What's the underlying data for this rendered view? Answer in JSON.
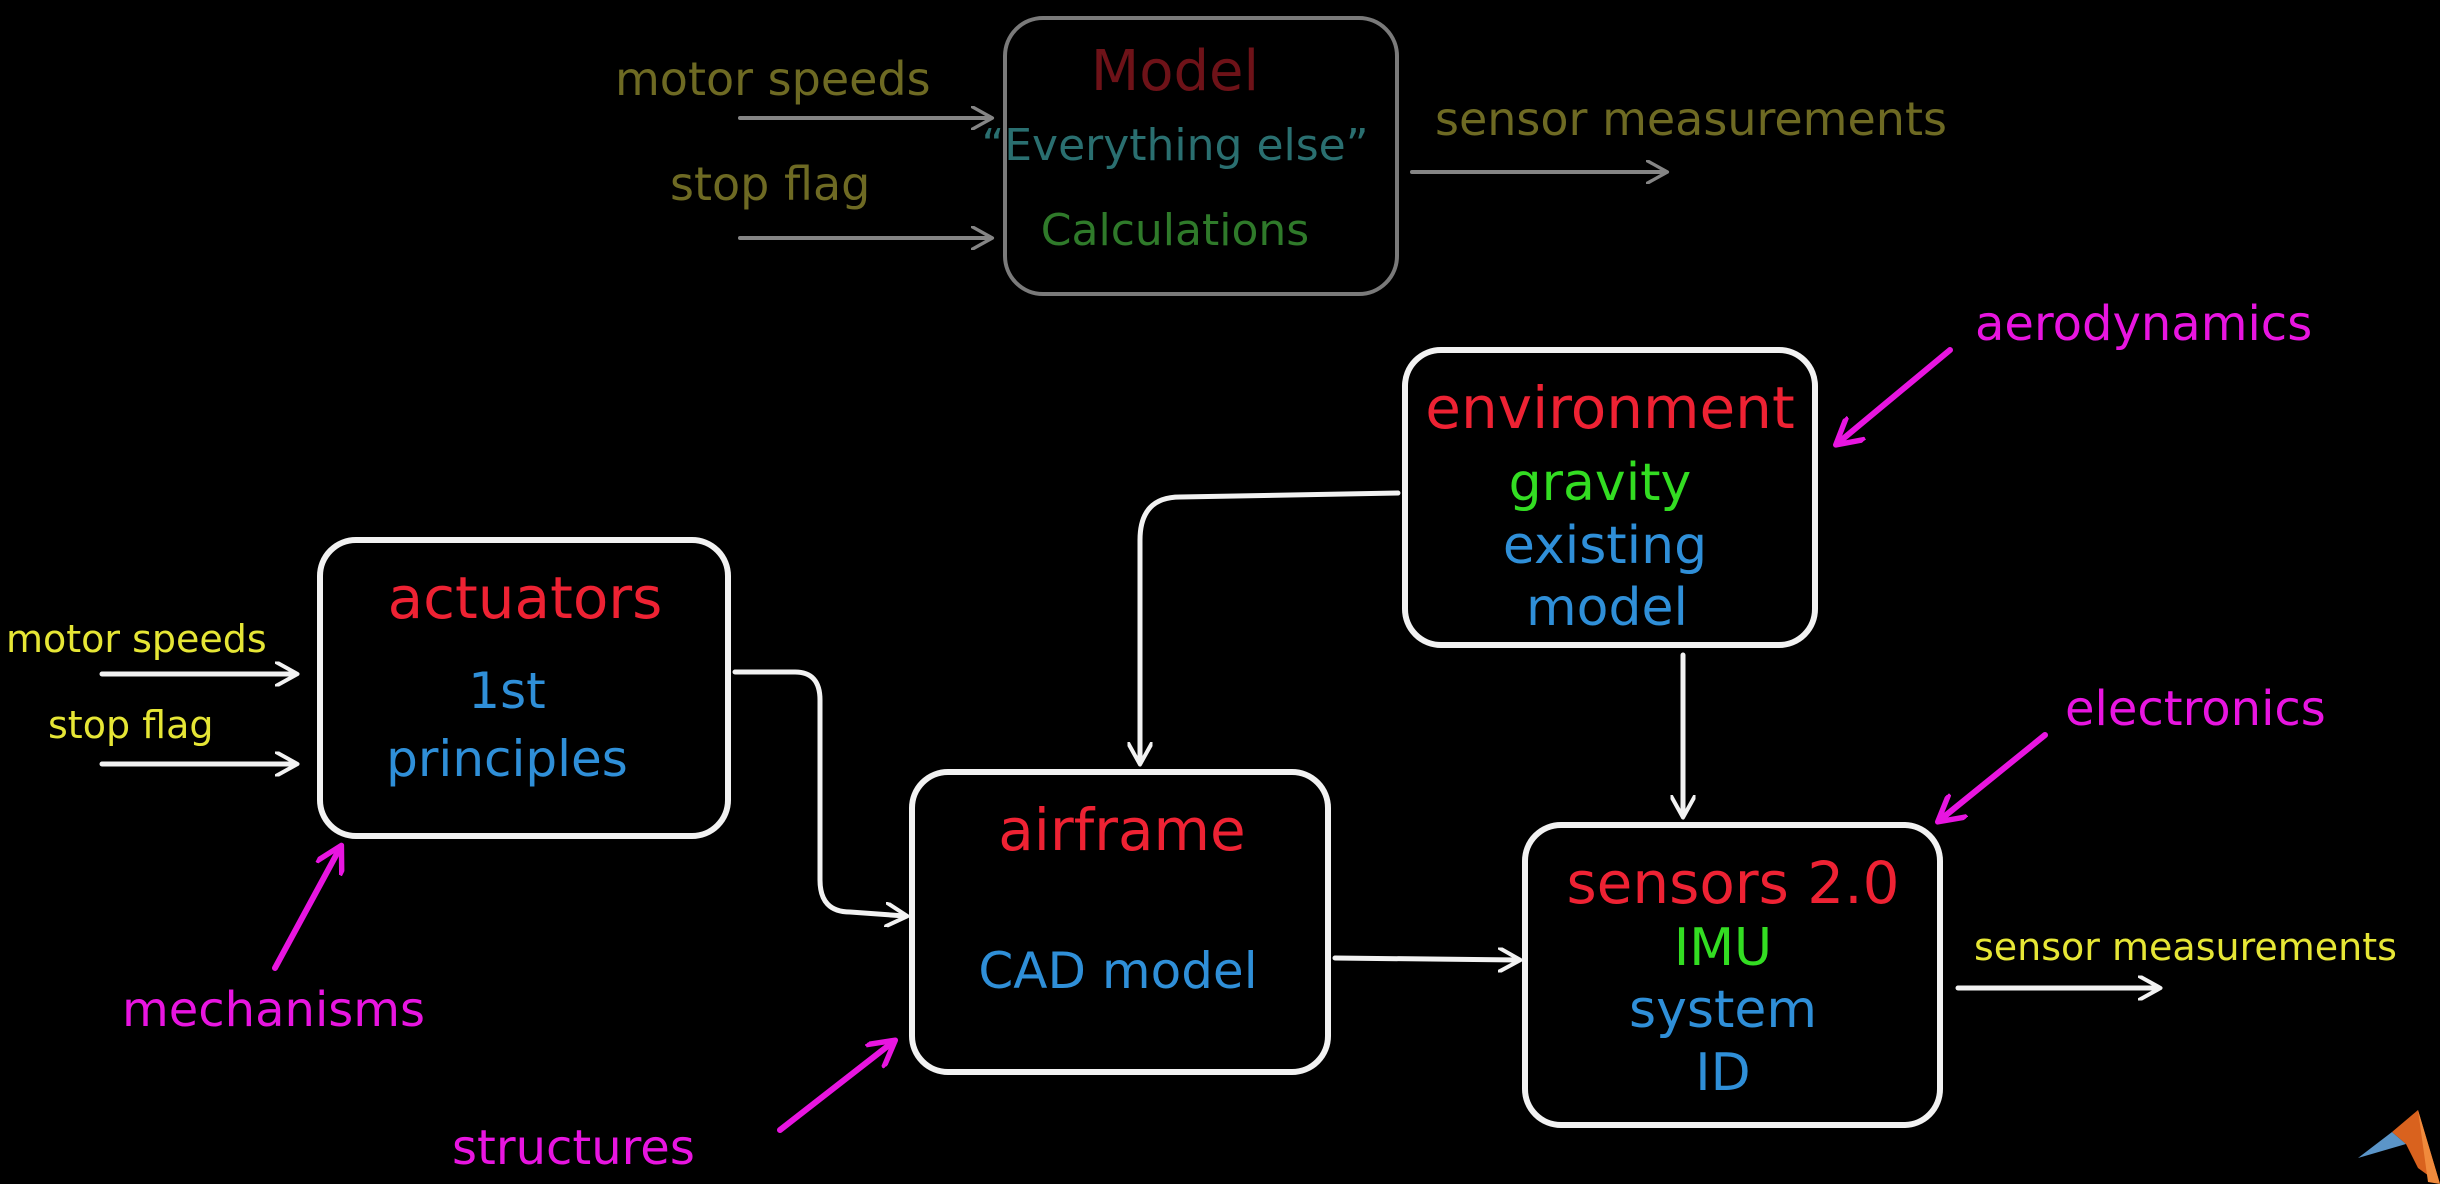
{
  "colors": {
    "background": "#000000",
    "title_red": "#ee2233",
    "green": "#33dd22",
    "blue": "#2f8fd8",
    "yellow": "#e6e635",
    "magenta": "#e815e0",
    "dim_red": "#6e1218",
    "dim_teal": "#2a6f70",
    "dim_green": "#2f7a2a",
    "dim_olive": "#6e6a23",
    "dim_gray": "#7a7a7a"
  },
  "top_model": {
    "title": "Model",
    "line1": "“Everything else”",
    "line2": "Calculations",
    "input1": "motor speeds",
    "input2": "stop flag",
    "output": "sensor measurements"
  },
  "actuators": {
    "title": "actuators",
    "line1": "1st",
    "line2": "principles"
  },
  "airframe": {
    "title": "airframe",
    "line1": "CAD model"
  },
  "environment": {
    "title": "environment",
    "line1": "gravity",
    "line2": "existing",
    "line3": "model"
  },
  "sensors": {
    "title": "sensors 2.0",
    "line1": "IMU",
    "line2": "system",
    "line3": "ID"
  },
  "inputs": {
    "motor_speeds": "motor speeds",
    "stop_flag": "stop flag"
  },
  "output": {
    "sensor_measurements": "sensor measurements"
  },
  "influences": {
    "mechanisms": "mechanisms",
    "structures": "structures",
    "aerodynamics": "aerodynamics",
    "electronics": "electronics"
  },
  "logo": {
    "icon": "matlab-logo-icon"
  }
}
